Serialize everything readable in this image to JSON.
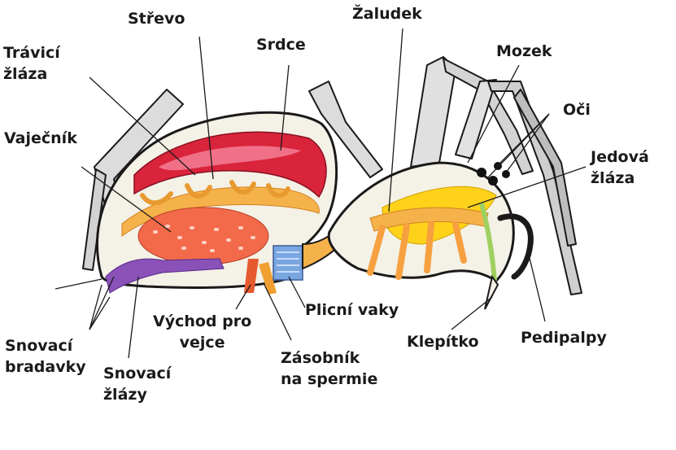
{
  "diagram": {
    "labels": {
      "strevo": "Střevo",
      "zaludek": "Žaludek",
      "travici_1": "Trávicí",
      "travici_2": "žláza",
      "srdce": "Srdce",
      "mozek": "Mozek",
      "oci": "Oči",
      "vajecnik": "Vaječník",
      "jedova_1": "Jedová",
      "jedova_2": "žláza",
      "vychod_1": "Východ pro",
      "vychod_2": "vejce",
      "plicni": "Plicní vaky",
      "klepitko": "Klepítko",
      "pedipalpy": "Pedipalpy",
      "snovaci_brad_1": "Snovací",
      "snovaci_brad_2": "bradavky",
      "snovaci_zl_1": "Snovací",
      "snovaci_zl_2": "žlázy",
      "zasobnik_1": "Zásobník",
      "zasobnik_2": "na spermie"
    }
  },
  "colors": {
    "outline": "#1a1a1a",
    "legs": "#d9d9d9",
    "body_fill": "#f4f1e6",
    "heart": "#d9243c",
    "heart_light": "#f07088",
    "gut": "#f6b24a",
    "ovary": "#f36a4a",
    "venom": "#ffd21a",
    "silk_glands": "#8a52b8",
    "book_lungs": "#7aa6e0",
    "fang": "#9fd060"
  }
}
